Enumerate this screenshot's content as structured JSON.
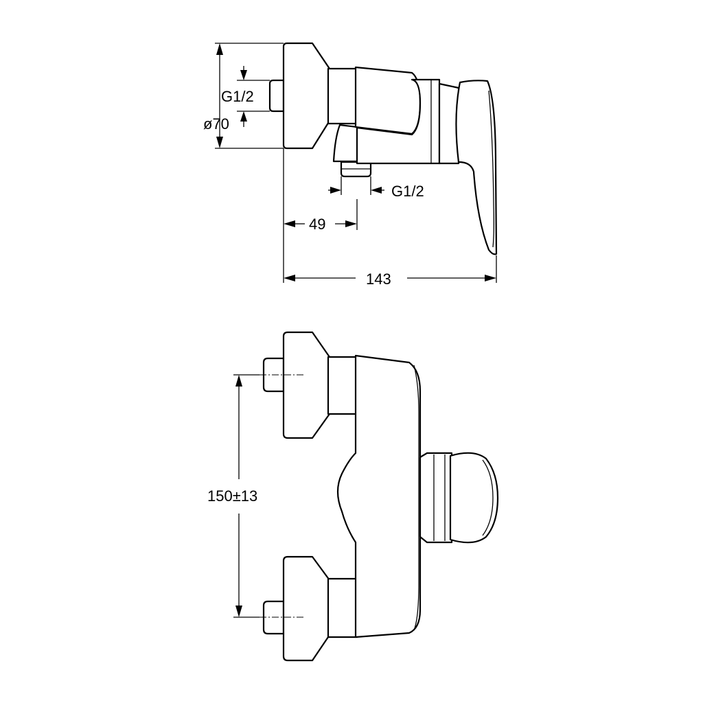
{
  "colors": {
    "line": "#000000",
    "background": "#ffffff"
  },
  "side_view": {
    "dims": {
      "g12_inlet": "G1/2",
      "diameter": "ø70",
      "g12_outlet": "G1/2",
      "offset": "49",
      "depth": "143"
    }
  },
  "front_view": {
    "dims": {
      "centers": "150±13"
    }
  }
}
